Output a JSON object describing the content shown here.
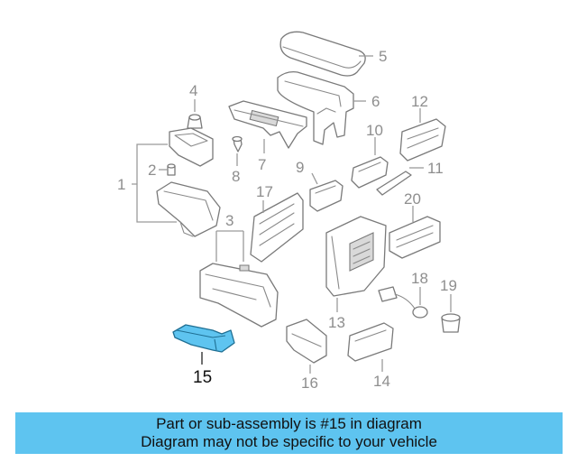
{
  "diagram": {
    "callouts": [
      "1",
      "2",
      "3",
      "4",
      "5",
      "6",
      "7",
      "8",
      "9",
      "10",
      "11",
      "12",
      "13",
      "14",
      "15",
      "16",
      "17",
      "18",
      "19",
      "20"
    ],
    "highlighted_part": "15",
    "highlight_color": "#5ec4f0",
    "line_color": "#7a7a7a"
  },
  "banner": {
    "line1": "Part or sub-assembly is #15 in diagram",
    "line2": "Diagram may not be specific to your vehicle",
    "background": "#5ec4f0"
  }
}
